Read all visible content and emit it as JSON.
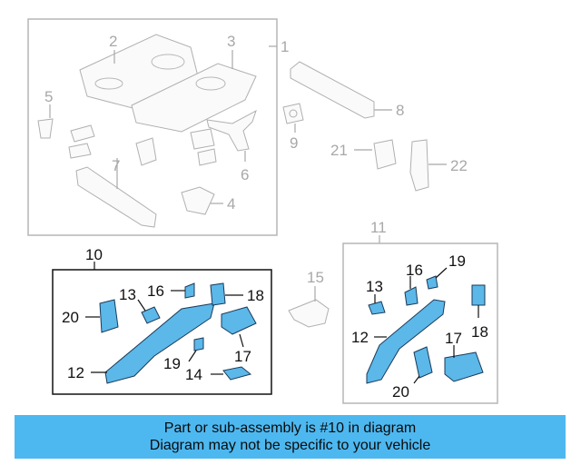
{
  "callouts": {
    "c1": "1",
    "c2": "2",
    "c3": "3",
    "c4": "4",
    "c5": "5",
    "c6": "6",
    "c7": "7",
    "c8": "8",
    "c9": "9",
    "c21": "21",
    "c22": "22",
    "c10": "10",
    "c11": "11",
    "c15": "15",
    "left": {
      "c13": "13",
      "c16": "16",
      "c18": "18",
      "c20": "20",
      "c12": "12",
      "c19": "19",
      "c14": "14",
      "c17": "17"
    },
    "right": {
      "c16": "16",
      "c19": "19",
      "c13": "13",
      "c18": "18",
      "c12": "12",
      "c17": "17",
      "c20": "20"
    }
  },
  "banner": {
    "line1": "Part or sub-assembly is #10 in diagram",
    "line2": "Diagram may not be specific to your vehicle"
  },
  "colors": {
    "highlight": "#4db8f0",
    "part_blue": "#5bb8e8",
    "dim": "#a8a8a8"
  }
}
